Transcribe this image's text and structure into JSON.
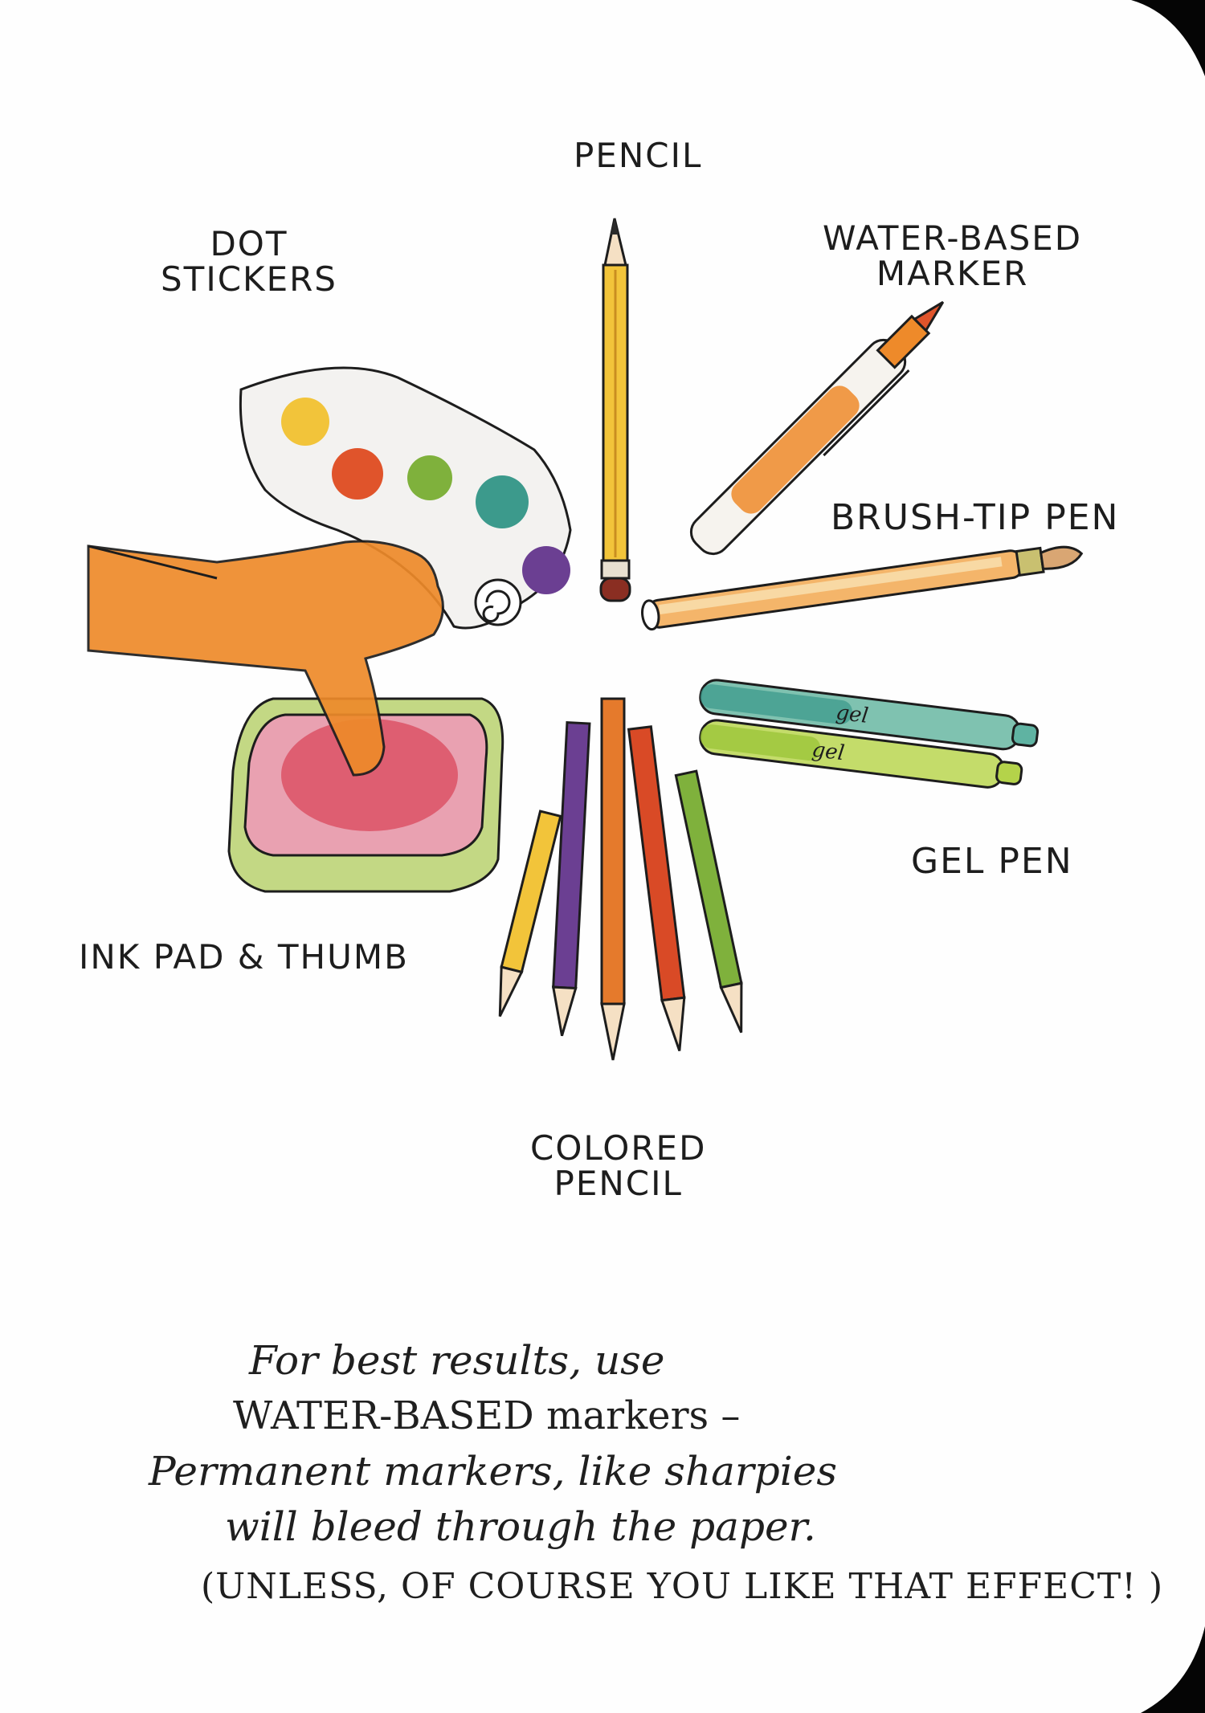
{
  "labels": {
    "pencil": "PENCIL",
    "water_based_marker": "WATER-BASED\nMARKER",
    "dot_stickers": "DOT\nSTICKERS",
    "brush_tip_pen": "BRUSH-TIP PEN",
    "gel_pen": "GEL PEN",
    "ink_pad_thumb": "INK PAD & THUMB",
    "colored_pencil": "COLORED\nPENCIL"
  },
  "gel_pen_text": {
    "pen_1": "gel",
    "pen_2": "gel"
  },
  "note": {
    "line1": "For best results, use",
    "line2": "WATER-BASED markers –",
    "line3": "Permanent markers, like sharpies",
    "line4": "will bleed through the paper.",
    "line5": "(UNLESS, OF COURSE YOU LIKE THAT EFFECT! )"
  },
  "colors": {
    "ink": "#1d1d1d",
    "pencil_yellow": "#f2c43a",
    "orange": "#ee8a2a",
    "red": "#e0542b",
    "green": "#7fb13c",
    "teal": "#3c9a8c",
    "purple": "#6b3f92",
    "lime": "#b4d34a",
    "ink_pad_red": "#d9485c",
    "corner": "#050505"
  }
}
